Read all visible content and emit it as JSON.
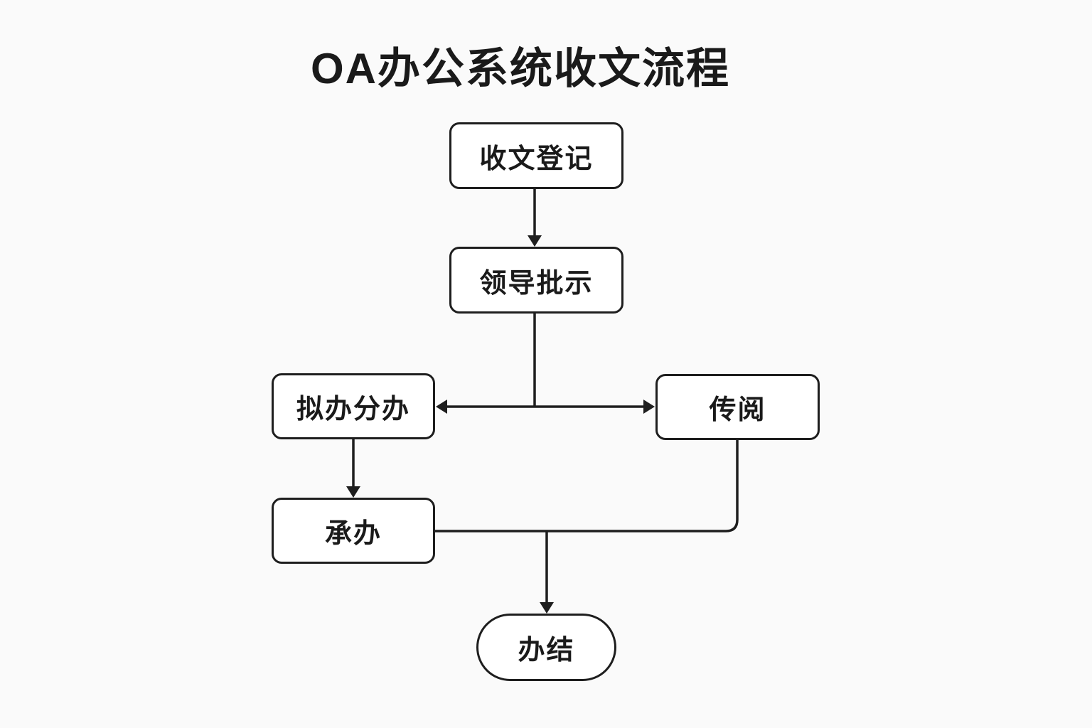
{
  "title": "OA办公系统收文流程",
  "diagram": {
    "nodes": [
      {
        "id": "shouwen-dengji",
        "label": "收文登记",
        "shape": "rounded-rect"
      },
      {
        "id": "lingdao-pishi",
        "label": "领导批示",
        "shape": "rounded-rect"
      },
      {
        "id": "niban-fenban",
        "label": "拟办分办",
        "shape": "rounded-rect"
      },
      {
        "id": "chuanyue",
        "label": "传阅",
        "shape": "rounded-rect"
      },
      {
        "id": "chengban",
        "label": "承办",
        "shape": "rounded-rect"
      },
      {
        "id": "banjie",
        "label": "办结",
        "shape": "stadium"
      }
    ],
    "edges": [
      {
        "from": "收文登记",
        "to": "领导批示",
        "type": "arrow"
      },
      {
        "from": "领导批示",
        "to": "拟办分办",
        "type": "arrow"
      },
      {
        "from": "领导批示",
        "to": "传阅",
        "type": "arrow"
      },
      {
        "from": "拟办分办",
        "to": "承办",
        "type": "arrow"
      },
      {
        "from": "承办",
        "to": "办结",
        "type": "arrow"
      },
      {
        "from": "传阅",
        "to": "办结",
        "type": "merge-line"
      }
    ]
  },
  "colors": {
    "background": "#fafafa",
    "node_fill": "#ffffff",
    "stroke": "#1e1e1e",
    "text": "#1a1a1a"
  }
}
